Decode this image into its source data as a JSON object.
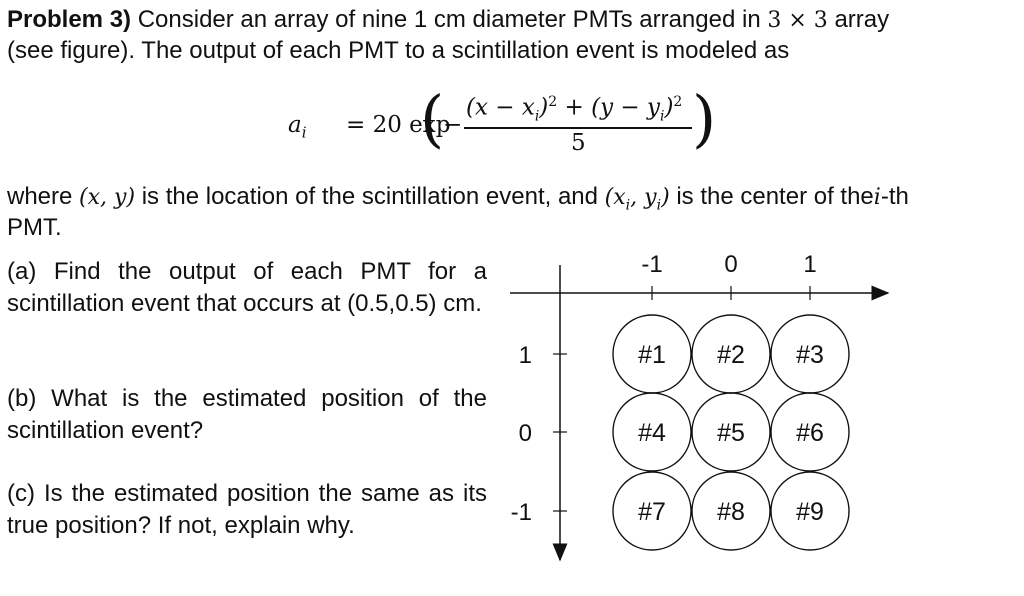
{
  "problem": {
    "label": "Problem 3)",
    "intro_1": "Consider an array of nine 1 cm diameter PMTs arranged in",
    "dims": "3 × 3",
    "intro_2": "array",
    "intro_line2": "(see figure). The output of each PMT to a scintillation event is modeled as"
  },
  "equation": {
    "lhs": "a",
    "lhs_sub": "i",
    "equals": "= 20 exp",
    "numerator": "(x − x_i)² + (y − y_i)²",
    "denominator": "5",
    "minus": "−"
  },
  "where": {
    "w1": "where",
    "xy": "(x, y)",
    "w2": "is the location of the scintillation event, and",
    "xiyi": "(x_i, y_i)",
    "w3": "is the center of the",
    "ith": "i",
    "w4": "-th",
    "w5": "PMT."
  },
  "questions": [
    {
      "text": "(a) Find the output of each PMT for a scintillation event that occurs at (0.5,0.5) cm."
    },
    {
      "text": "(b) What is the estimated position of the scintillation event?"
    },
    {
      "text": "(c) Is the estimated position the same as its true position? If not, explain why."
    }
  ],
  "figure": {
    "x_ticks": [
      "-1",
      "0",
      "1"
    ],
    "y_ticks": [
      "1",
      "0",
      "-1"
    ],
    "pmts": [
      "#1",
      "#2",
      "#3",
      "#4",
      "#5",
      "#6",
      "#7",
      "#8",
      "#9"
    ]
  }
}
